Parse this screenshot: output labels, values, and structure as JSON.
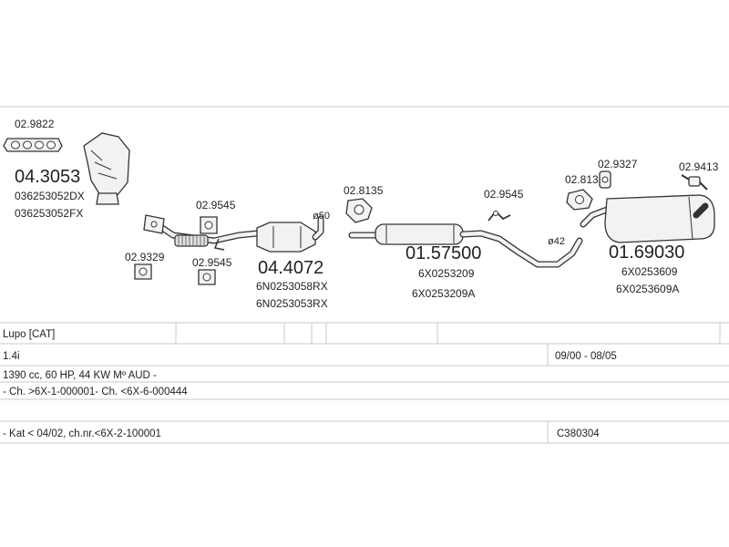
{
  "parts": {
    "gasket_top": "02.9822",
    "manifold_number": "04.3053",
    "manifold_ref1": "036253052DX",
    "manifold_ref2": "036253052FX",
    "gasket_a": "02.9545",
    "gasket_b": "02.9329",
    "gasket_c": "02.9545",
    "cat_number": "04.4072",
    "cat_ref1": "6N0253058RX",
    "cat_ref2": "6N0253053RX",
    "diameter_1": "ø50",
    "clamp_a": "02.8135",
    "middle_number": "01.57500",
    "middle_ref1": "6X0253209",
    "middle_ref2": "6X0253209A",
    "gasket_d": "02.9545",
    "diameter_2": "ø42",
    "clamp_b": "02.8135",
    "hanger_a": "02.9327",
    "hanger_b": "02.9413",
    "rear_number": "01.69030",
    "rear_ref1": "6X0253609",
    "rear_ref2": "6X0253609A"
  },
  "table": {
    "row1_model": "Lupo  [CAT]",
    "row2_engine": "1.4i",
    "row2_dates": "09/00 - 08/05",
    "row3_spec": "1390 cc, 60 HP, 44 KW Mº AUD -",
    "row4_chassis": "- Ch. >6X-1-000001- Ch. <6X-6-000444",
    "row6_note": "- Kat < 04/02, ch.nr.<6X-2-100001",
    "row6_code": "C380304"
  }
}
